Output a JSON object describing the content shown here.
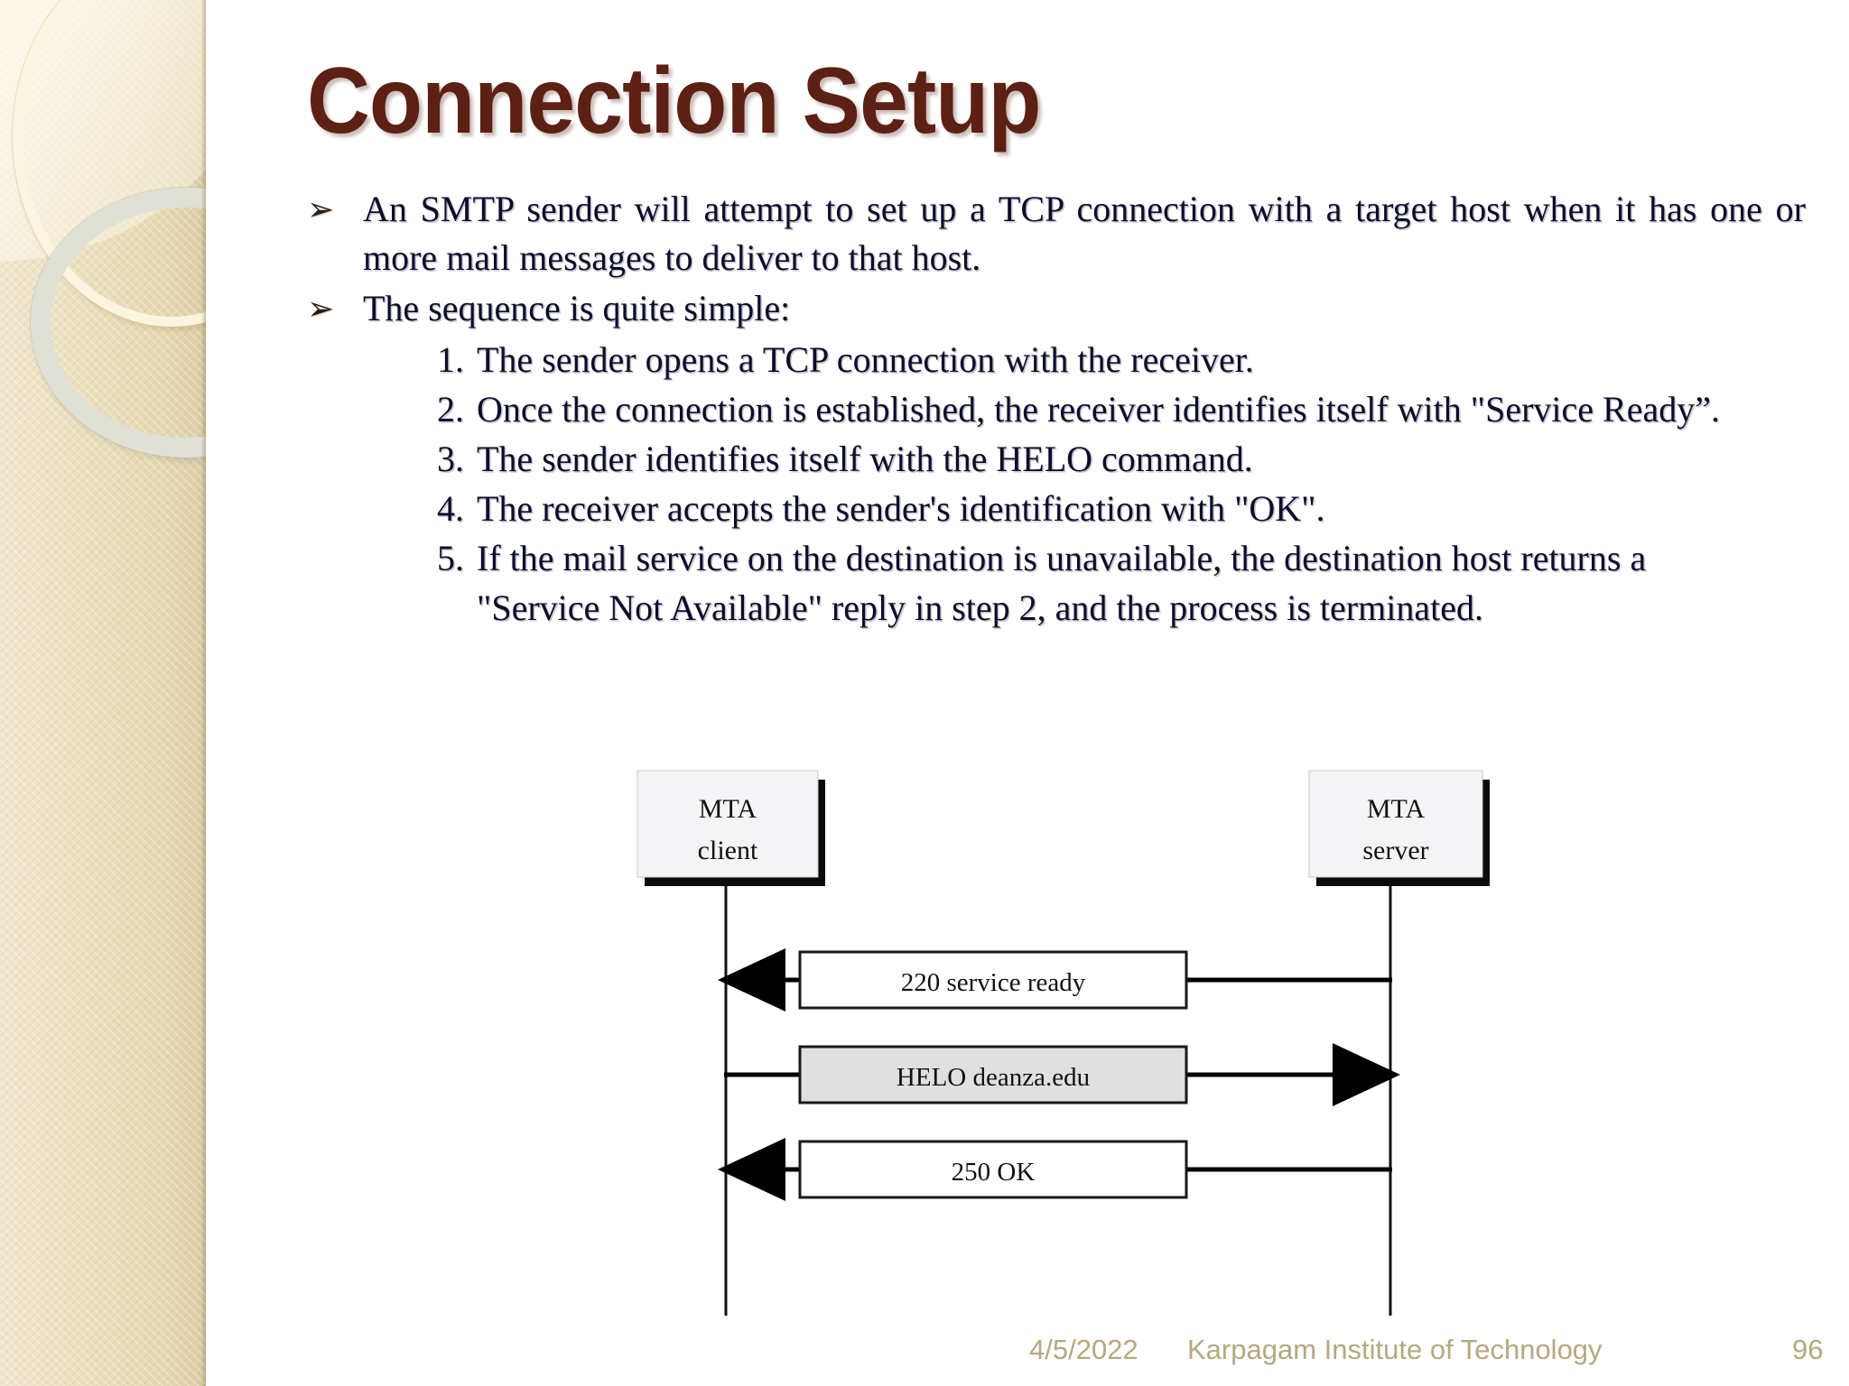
{
  "slide": {
    "title": "Connection Setup",
    "title_color": "#5C2014",
    "background_color": "#FFFFFF"
  },
  "sidebar": {
    "base_color": "#E9DCB8",
    "ring_cream_color": "#FBF4E0",
    "ring_grey_color": "#DFE0D6",
    "decor": [
      {
        "name": "ring-cream",
        "label": "large cream circular ring outline"
      },
      {
        "name": "ring-grey",
        "label": "pale grey-green circular ring outline"
      }
    ]
  },
  "body": {
    "bullet_glyph": "➢",
    "bullets": [
      {
        "marker": "➢",
        "text": "An SMTP sender will attempt to set up a TCP connection with a target host when it has one or more mail messages to deliver to that host."
      },
      {
        "marker": "➢",
        "text": "The sequence is quite simple:"
      }
    ],
    "numbered_items": [
      {
        "num": "1.",
        "text": "The sender opens a TCP connection with the receiver."
      },
      {
        "num": "2.",
        "text": "Once the connection is established, the receiver identifies itself with \"Service Ready”."
      },
      {
        "num": "3.",
        "text": "The sender identifies itself with the HELO command."
      },
      {
        "num": "4.",
        "text": "The receiver accepts the sender's identification with \"OK\"."
      },
      {
        "num": "5.",
        "text": "If the mail service on the destination is unavailable, the destination host returns a \"Service Not Available\" reply in step 2, and the process is terminated."
      }
    ]
  },
  "diagram": {
    "type": "sequence-diagram",
    "lifelines": [
      {
        "id": "client",
        "line1": "MTA",
        "line2": "client",
        "side": "left"
      },
      {
        "id": "server",
        "line1": "MTA",
        "line2": "server",
        "side": "right"
      }
    ],
    "messages": [
      {
        "label": "220 service ready",
        "direction": "server-to-client",
        "fill": "#FFFFFF"
      },
      {
        "label": "HELO  deanza.edu",
        "direction": "client-to-server",
        "fill": "#E0E0E0"
      },
      {
        "label": "250 OK",
        "direction": "server-to-client",
        "fill": "#FFFFFF"
      }
    ],
    "box_fill": "#F4F4F6",
    "box_shadow_color": "#000000",
    "stroke_color": "#000000"
  },
  "footer": {
    "date": "4/5/2022",
    "organization": "Karpagam Institute of Technology",
    "page_number": "96",
    "color": "#B5A87F"
  }
}
